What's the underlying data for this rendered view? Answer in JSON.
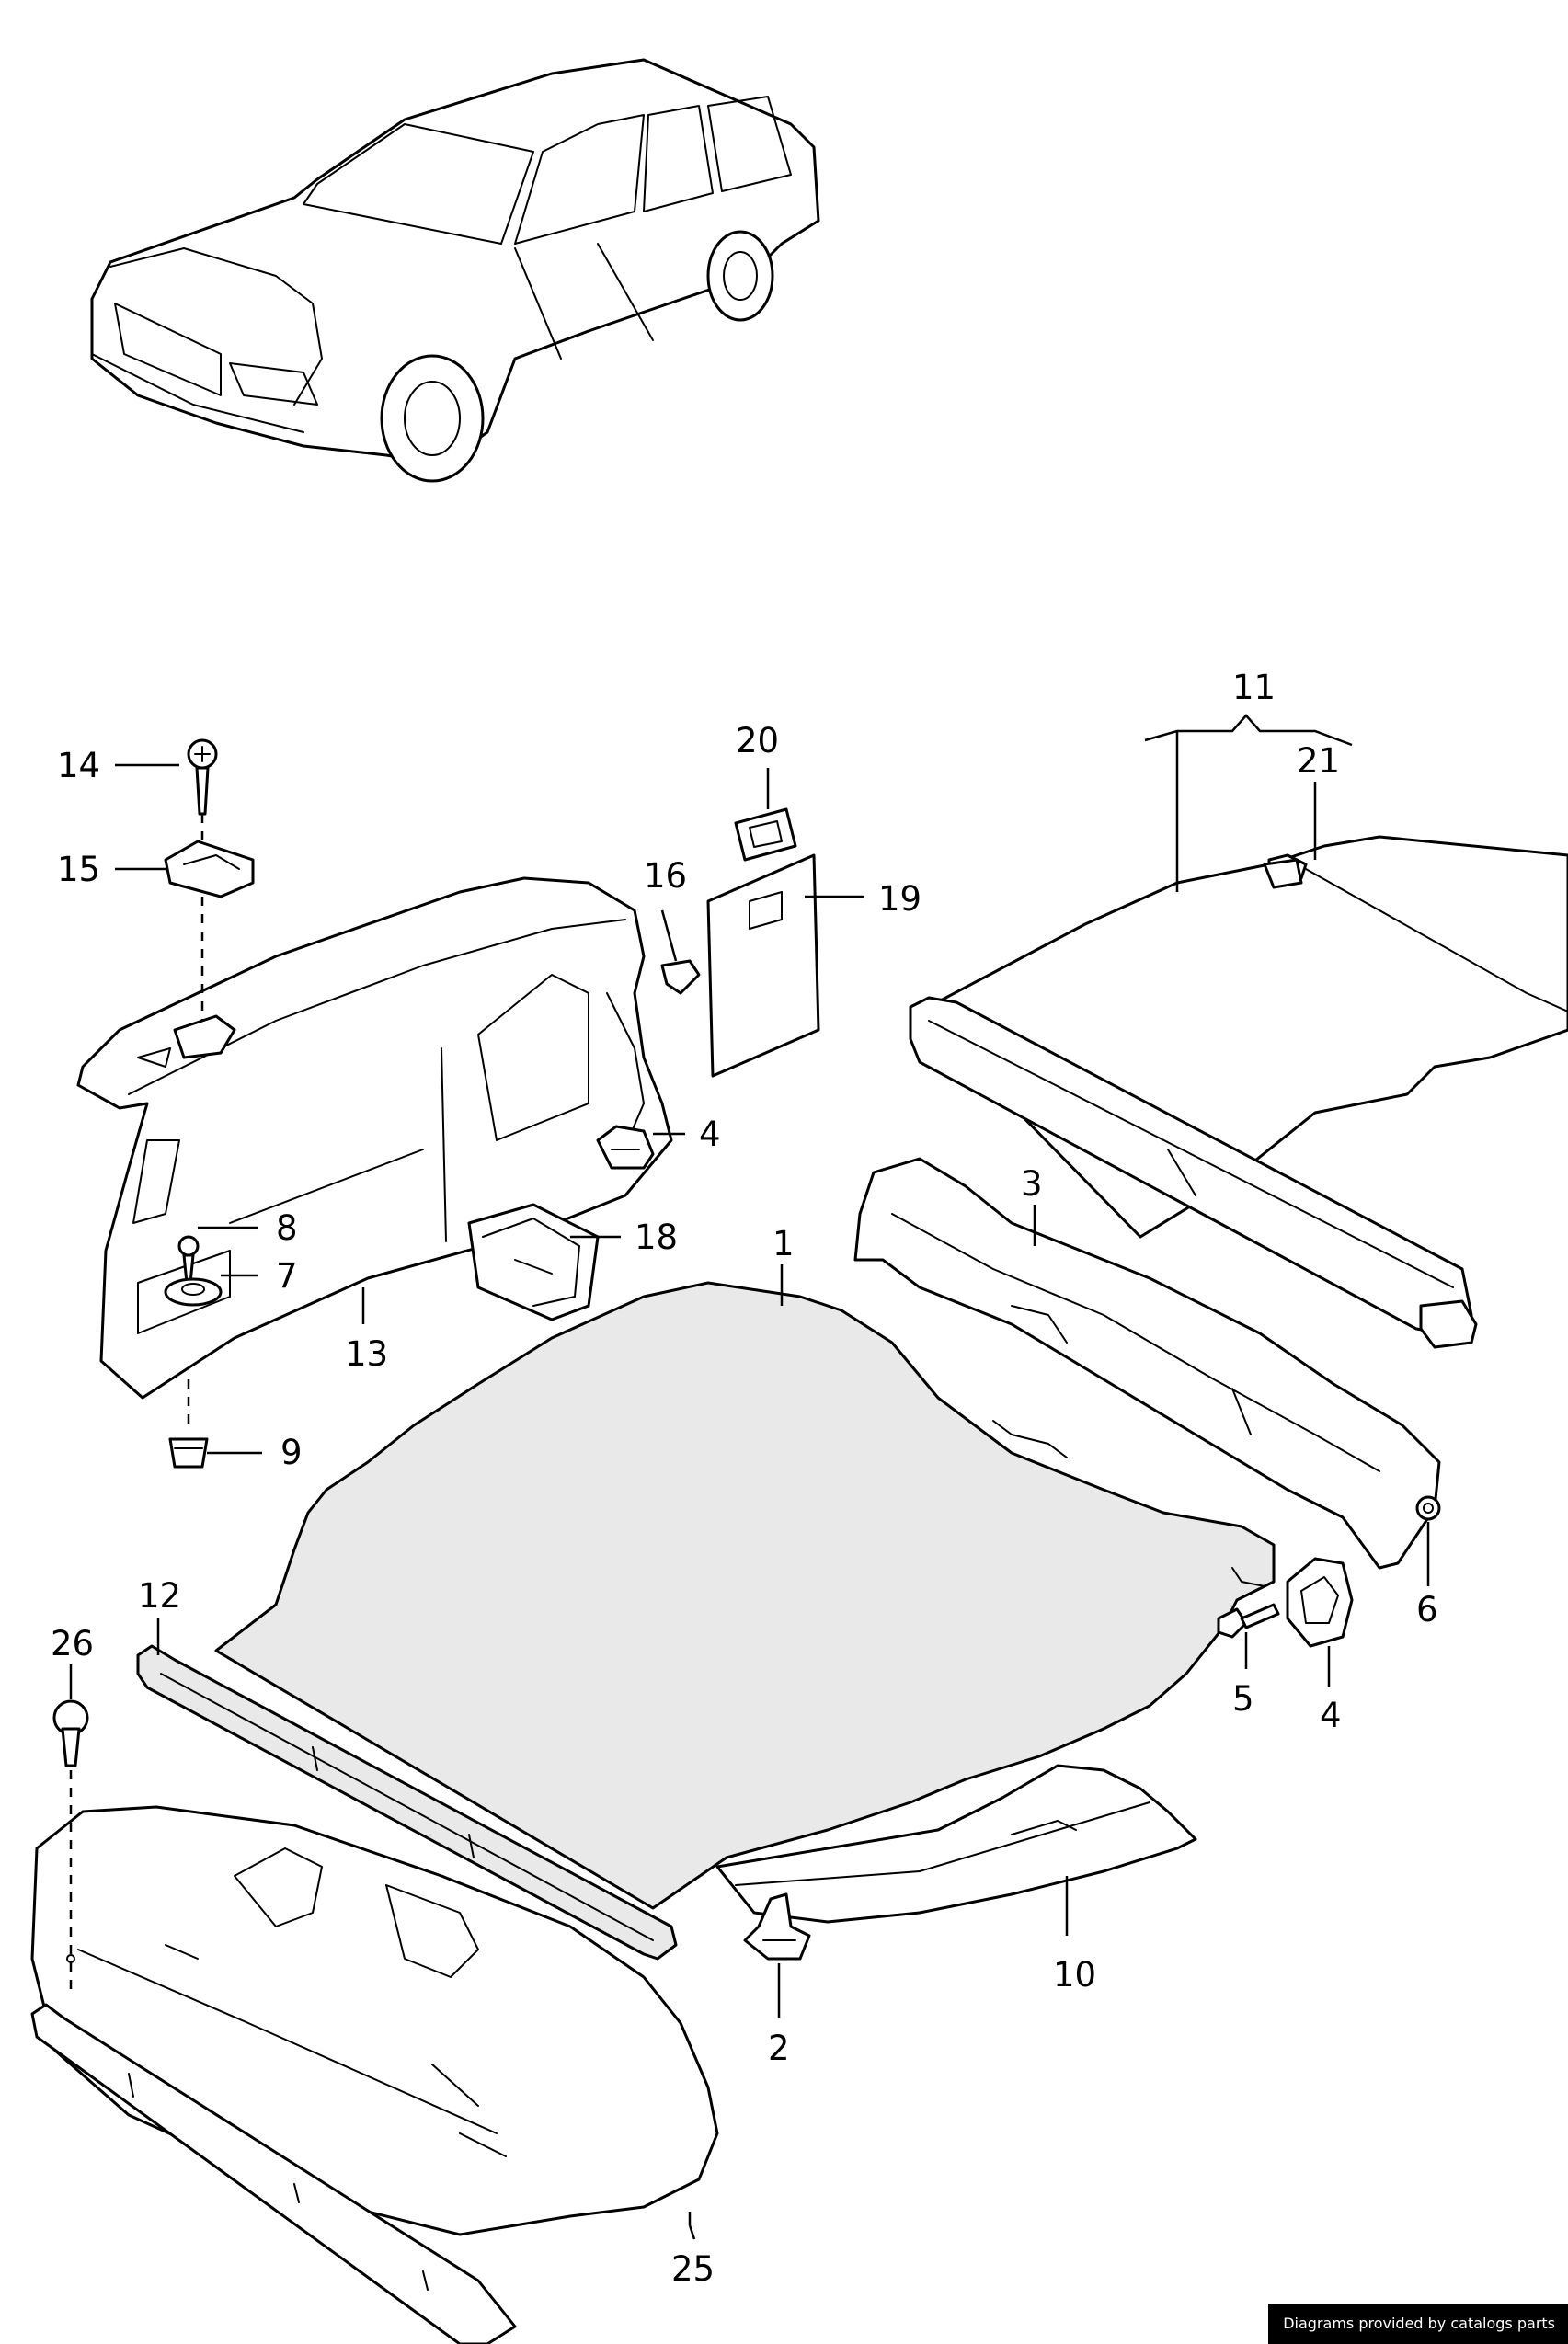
{
  "callouts": [
    "1",
    "2",
    "3",
    "4",
    "4",
    "5",
    "6",
    "7",
    "8",
    "9",
    "10",
    "11",
    "12",
    "13",
    "14",
    "15",
    "16",
    "18",
    "19",
    "20",
    "21",
    "25",
    "26"
  ],
  "footer": {
    "credit": "Diagrams provided by catalogs parts"
  }
}
